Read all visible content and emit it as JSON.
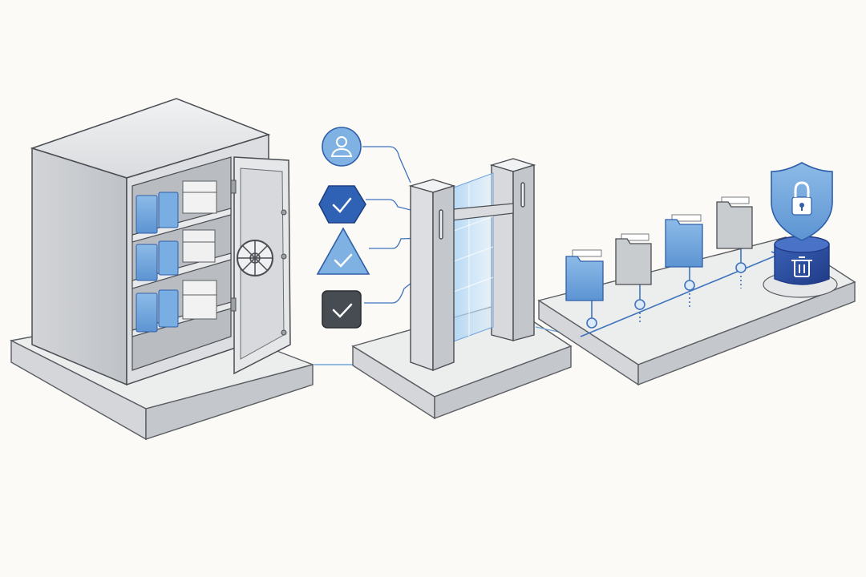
{
  "colors": {
    "background": "#fbfaf7",
    "stone": "#e3e4e6",
    "stone_shadow": "#c6c8cc",
    "outline": "#4a4d52",
    "accent_blue": "#6fa5dc",
    "accent_blue_dark": "#2f5fa8",
    "navy": "#27479a",
    "charcoal": "#4b4f55",
    "glow": "#9ccbf2"
  },
  "scene": {
    "vault": {
      "shelves": 3,
      "door": "open",
      "contents": [
        "folder",
        "box"
      ]
    },
    "policy_checks": [
      {
        "shape": "circle",
        "icon": "user-icon"
      },
      {
        "shape": "hexagon",
        "icon": "check-icon"
      },
      {
        "shape": "triangle",
        "icon": "check-icon"
      },
      {
        "shape": "square",
        "icon": "check-icon"
      }
    ],
    "gateway": {
      "type": "scanner-gate"
    },
    "lifecycle": {
      "stages": [
        "folder-blue",
        "folder-gray",
        "folder-blue",
        "folder-gray"
      ],
      "end": {
        "icons": [
          "shield-lock-icon",
          "trash-icon"
        ]
      }
    }
  }
}
